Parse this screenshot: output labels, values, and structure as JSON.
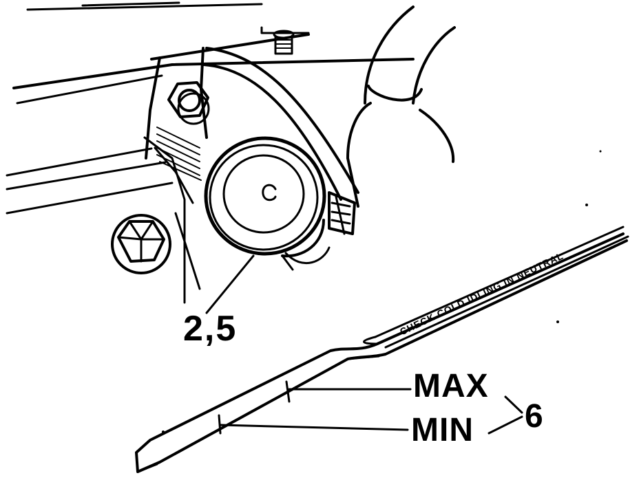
{
  "labels": {
    "part_2_5": "2,5",
    "max": "MAX",
    "min": "MIN",
    "part_6": "6",
    "dipstick_inscription": "CHECK COLD IDLING IN NEUTRAL"
  },
  "colors": {
    "ink": "#000000",
    "paper": "#ffffff"
  }
}
